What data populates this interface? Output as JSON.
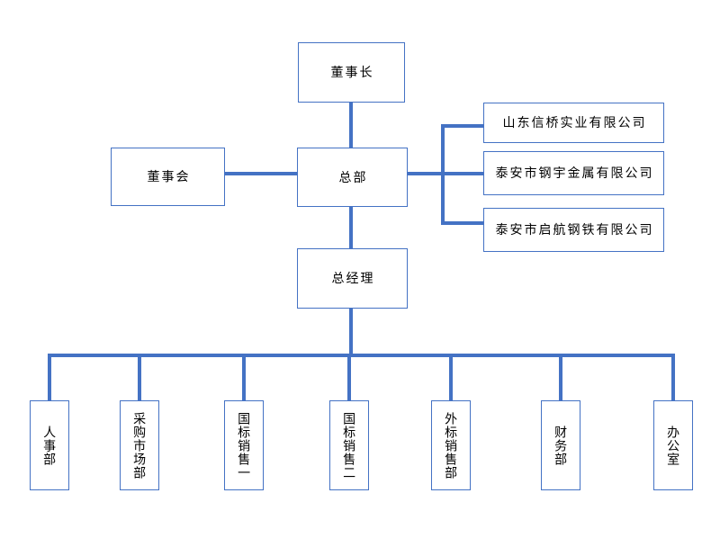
{
  "diagram": {
    "type": "org-chart",
    "background": "#ffffff",
    "line_color": "#4472C4",
    "box_border_color": "#4472C4",
    "text_color": "#000000",
    "nodes": {
      "chairman": {
        "label": "董事长"
      },
      "board": {
        "label": "董事会"
      },
      "headquarters": {
        "label": "总部"
      },
      "general_manager": {
        "label": "总经理"
      }
    },
    "subsidiaries": [
      {
        "label": "山东信桥实业有限公司"
      },
      {
        "label": "泰安市钢宇金属有限公司"
      },
      {
        "label": "泰安市启航钢铁有限公司"
      }
    ],
    "departments": [
      {
        "label": "人事部"
      },
      {
        "label": "采购市场部"
      },
      {
        "label": "国标销售一"
      },
      {
        "label": "国标销售二"
      },
      {
        "label": "外标销售部"
      },
      {
        "label": "财务部"
      },
      {
        "label": "办公室"
      }
    ],
    "edges": [
      {
        "from": "chairman",
        "to": "headquarters"
      },
      {
        "from": "board",
        "to": "headquarters"
      },
      {
        "from": "headquarters",
        "to": "subsidiaries"
      },
      {
        "from": "headquarters",
        "to": "general_manager"
      },
      {
        "from": "general_manager",
        "to": "departments"
      }
    ]
  }
}
